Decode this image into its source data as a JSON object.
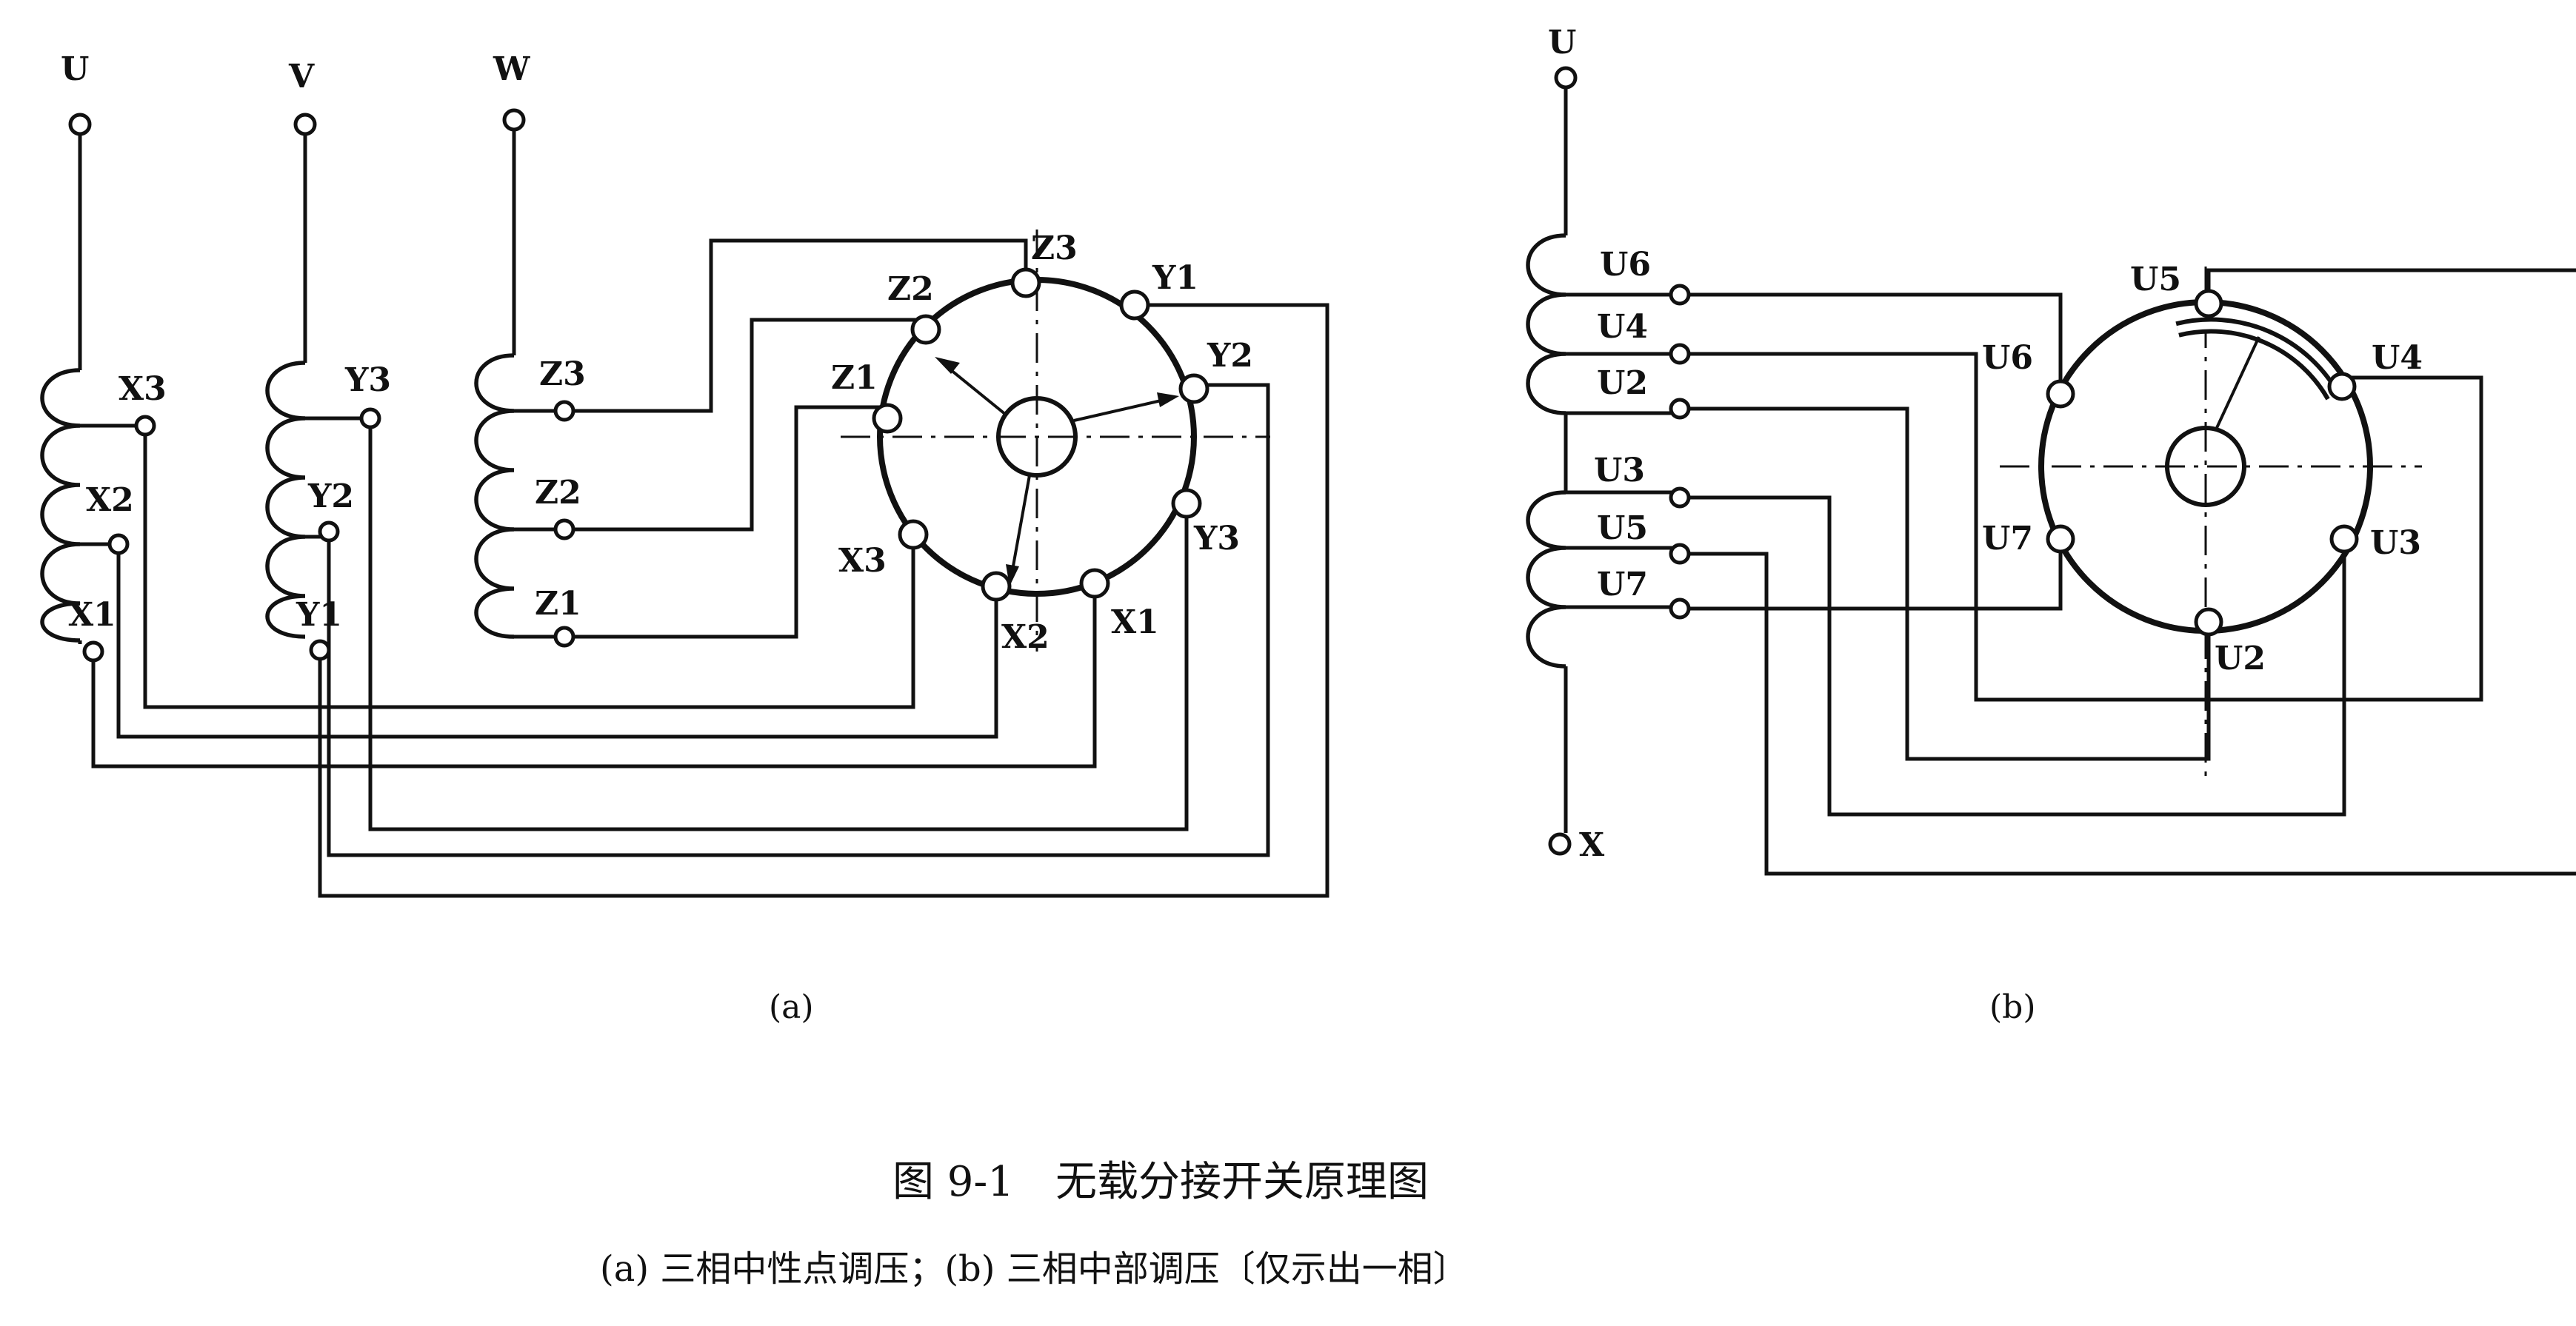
{
  "figure": {
    "title": "图 9-1　无载分接开关原理图",
    "subtitle": "(a) 三相中性点调压；(b) 三相中部调压〔仅示出一相〕"
  },
  "panel_a": {
    "caption": "(a)",
    "phase_terminals": [
      "U",
      "V",
      "W"
    ],
    "winding_U_taps": [
      "X3",
      "X2",
      "X1"
    ],
    "winding_V_taps": [
      "Y3",
      "Y2",
      "Y1"
    ],
    "winding_W_taps": [
      "Z3",
      "Z2",
      "Z1"
    ],
    "switch_contacts": [
      "Z3",
      "Y1",
      "Z2",
      "Y2",
      "Z1",
      "Y3",
      "X3",
      "X1",
      "X2"
    ]
  },
  "panel_b": {
    "caption": "(b)",
    "phase_terminal": "U",
    "neutral_terminal": "X",
    "winding_taps": [
      "U6",
      "U4",
      "U2",
      "U3",
      "U5",
      "U7"
    ],
    "switch_contacts": [
      "U5",
      "U6",
      "U4",
      "U7",
      "U3",
      "U2"
    ]
  }
}
